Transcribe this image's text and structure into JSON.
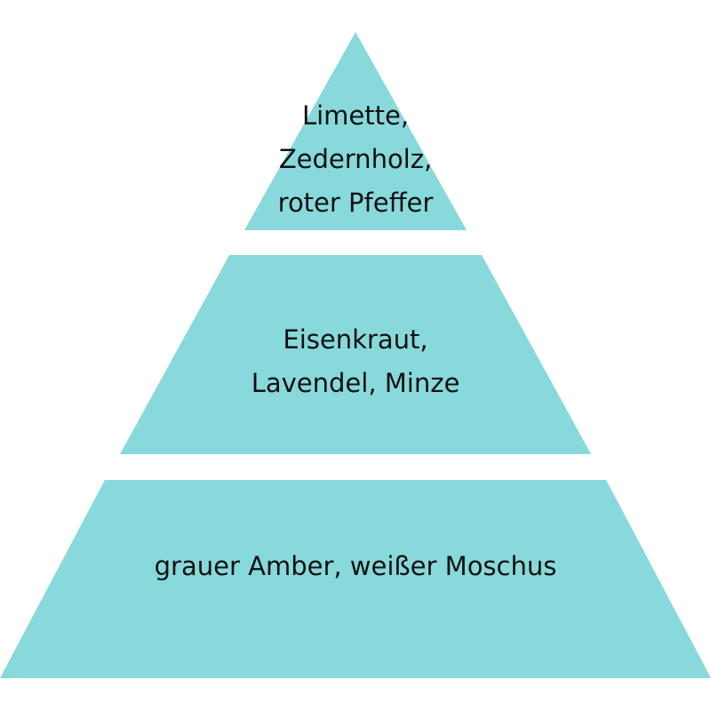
{
  "colors": {
    "tier_fill": "#88d9db",
    "text": "#111111",
    "background": "#ffffff"
  },
  "pyramid": {
    "top": {
      "lines": [
        "Limette,",
        "Zedernholz,",
        "roter Pfeffer"
      ]
    },
    "middle": {
      "lines": [
        "Eisenkraut,",
        "Lavendel, Minze"
      ]
    },
    "base": {
      "lines": [
        "grauer Amber, weißer Moschus"
      ]
    }
  }
}
